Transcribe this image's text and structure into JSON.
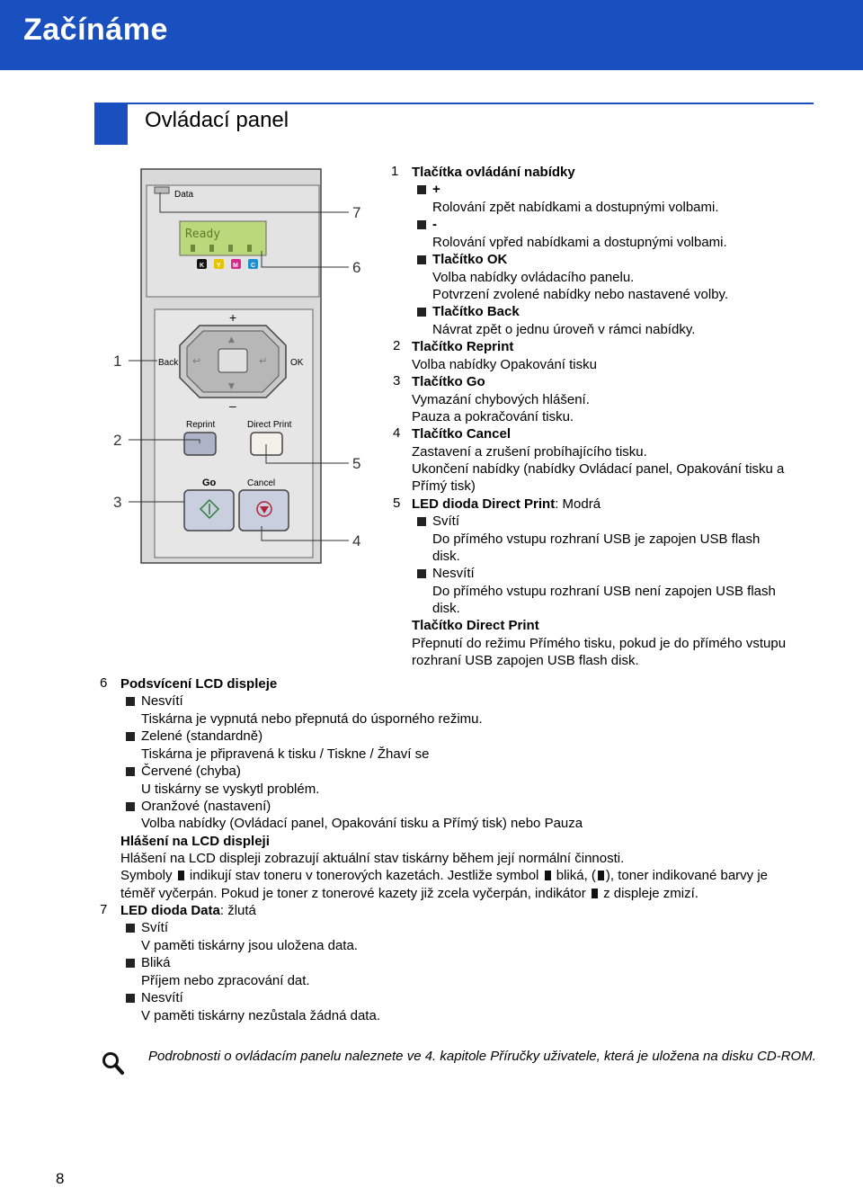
{
  "header": {
    "title": "Začínáme"
  },
  "section": {
    "title": "Ovládací panel"
  },
  "panel": {
    "data_label": "Data",
    "lcd_text": "Ready",
    "toner": [
      "K",
      "Y",
      "M",
      "C"
    ],
    "plus": "+",
    "minus": "–",
    "back_label": "Back",
    "ok_label": "OK",
    "reprint_label": "Reprint",
    "direct_print_label": "Direct Print",
    "go_label": "Go",
    "cancel_label": "Cancel",
    "callouts": [
      "1",
      "2",
      "3",
      "4",
      "5",
      "6",
      "7"
    ]
  },
  "items": {
    "i1_num": "1",
    "i1_title": "Tlačítka ovládání nabídky",
    "i1a_title": "+",
    "i1a_text": "Rolování zpět nabídkami a dostupnými volbami.",
    "i1b_title": "-",
    "i1b_text": "Rolování vpřed nabídkami a dostupnými volbami.",
    "i1c_title": "Tlačítko OK",
    "i1c_text1": "Volba nabídky ovládacího panelu.",
    "i1c_text2": "Potvrzení zvolené nabídky nebo nastavené volby.",
    "i1d_title": "Tlačítko Back",
    "i1d_text": "Návrat zpět o jednu úroveň v rámci nabídky.",
    "i2_num": "2",
    "i2_title": "Tlačítko Reprint",
    "i2_text": "Volba nabídky Opakování tisku",
    "i3_num": "3",
    "i3_title": "Tlačítko Go",
    "i3_text1": "Vymazání chybových hlášení.",
    "i3_text2": "Pauza a pokračování tisku.",
    "i4_num": "4",
    "i4_title": "Tlačítko Cancel",
    "i4_text1": "Zastavení a zrušení probíhajícího tisku.",
    "i4_text2": "Ukončení nabídky (nabídky Ovládací panel, Opakování tisku a",
    "i4_text3": "Přímý tisk)",
    "i5_num": "5",
    "i5_title": "LED dioda Direct Print",
    "i5_title_suffix": ": Modrá",
    "i5a_title": "Svítí",
    "i5a_text1": "Do přímého vstupu rozhraní USB je zapojen USB flash",
    "i5a_text2": "disk.",
    "i5b_title": "Nesvítí",
    "i5b_text1": "Do přímého vstupu rozhraní USB není zapojen USB flash",
    "i5b_text2": "disk.",
    "i5c_title": "Tlačítko Direct Print",
    "i5c_text1": "Přepnutí do režimu Přímého tisku, pokud je do přímého vstupu",
    "i5c_text2": "rozhraní USB zapojen USB flash disk.",
    "i6_num": "6",
    "i6_title": "Podsvícení LCD displeje",
    "i6a_title": "Nesvítí",
    "i6a_text": "Tiskárna je vypnutá nebo přepnutá do úsporného režimu.",
    "i6b_title": "Zelené (standardně)",
    "i6b_text": "Tiskárna je připravená k tisku / Tiskne / Žhaví se",
    "i6c_title": "Červené (chyba)",
    "i6c_text": "U tiskárny se vyskytl problém.",
    "i6d_title": "Oranžové (nastavení)",
    "i6d_text": "Volba nabídky (Ovládací panel, Opakování tisku a Přímý tisk) nebo Pauza",
    "lcd_msg_title": "Hlášení na LCD displeji",
    "lcd_msg_text": "Hlášení na LCD displeji zobrazují aktuální stav tiskárny během její normální činnosti.",
    "sym_a": "Symboly",
    "sym_b": "indikují stav toneru v tonerových kazetách. Jestliže symbol",
    "sym_c": "bliká, (",
    "sym_d": "), toner indikované barvy je",
    "sym_e": "téměř vyčerpán. Pokud je toner z tonerové kazety již zcela vyčerpán, indikátor",
    "sym_f": "z displeje zmizí.",
    "i7_num": "7",
    "i7_title": "LED dioda Data",
    "i7_title_suffix": ": žlutá",
    "i7a_title": "Svítí",
    "i7a_text": "V paměti tiskárny jsou uložena data.",
    "i7b_title": "Bliká",
    "i7b_text": "Příjem nebo zpracování dat.",
    "i7c_title": "Nesvítí",
    "i7c_text": "V paměti tiskárny nezůstala žádná data."
  },
  "note": {
    "text": "Podrobnosti o ovládacím panelu naleznete ve 4. kapitole Příručky uživatele, která je uložena na disku CD-ROM."
  },
  "footer": {
    "page_number": "8"
  },
  "colors": {
    "brand_blue": "#1a4fbf",
    "toner_k": "#111111",
    "toner_y": "#e8c400",
    "toner_m": "#d6288c",
    "toner_c": "#1b8fd0",
    "lcd": "#b9d97a"
  }
}
